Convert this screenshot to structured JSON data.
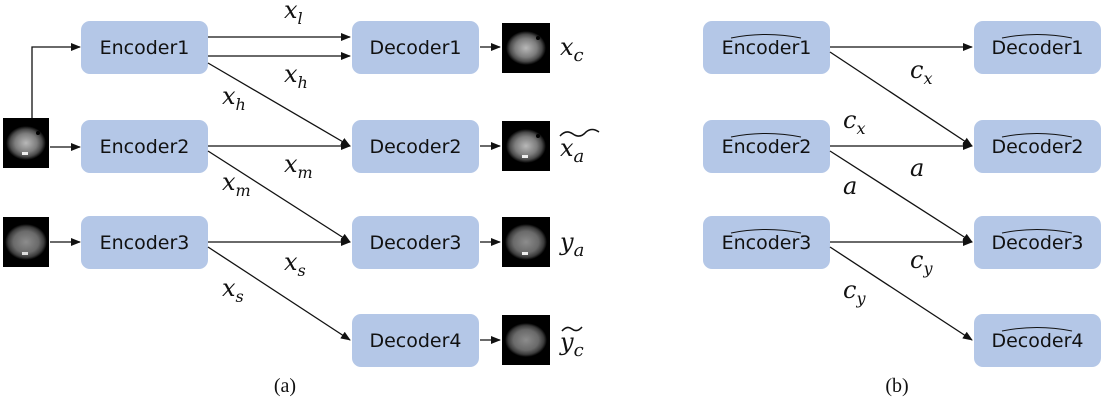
{
  "panel_a": {
    "caption": "(a)",
    "encoders": [
      "Encoder1",
      "Encoder2",
      "Encoder3"
    ],
    "decoders": [
      "Decoder1",
      "Decoder2",
      "Decoder3",
      "Decoder4"
    ],
    "edge_labels": {
      "x_l": {
        "base": "x",
        "sub": "l"
      },
      "x_h_top": {
        "base": "x",
        "sub": "h"
      },
      "x_h_left": {
        "base": "x",
        "sub": "h"
      },
      "x_m_right": {
        "base": "x",
        "sub": "m"
      },
      "x_m_left": {
        "base": "x",
        "sub": "m"
      },
      "x_s_right": {
        "base": "x",
        "sub": "s"
      },
      "x_s_left": {
        "base": "x",
        "sub": "s"
      }
    },
    "outputs": [
      {
        "base": "x",
        "sub": "c"
      },
      {
        "base": "x",
        "sub": "a"
      },
      {
        "base": "y",
        "sub": "a"
      },
      {
        "base": "y",
        "sub": "c"
      }
    ]
  },
  "panel_b": {
    "caption": "(b)",
    "encoders": [
      "Encoder1",
      "Encoder2",
      "Encoder3"
    ],
    "decoders": [
      "Decoder1",
      "Decoder2",
      "Decoder3",
      "Decoder4"
    ],
    "edge_labels": {
      "c_x_top": {
        "base": "c",
        "sub": "x"
      },
      "c_x_left": {
        "base": "c",
        "sub": "x"
      },
      "a_right": {
        "base": "a",
        "sub": ""
      },
      "a_left": {
        "base": "a",
        "sub": ""
      },
      "c_y_right": {
        "base": "c",
        "sub": "y"
      },
      "c_y_left": {
        "base": "c",
        "sub": "y"
      }
    }
  },
  "colors": {
    "node_fill": "#b4c7e7",
    "arrow": "#111111"
  }
}
